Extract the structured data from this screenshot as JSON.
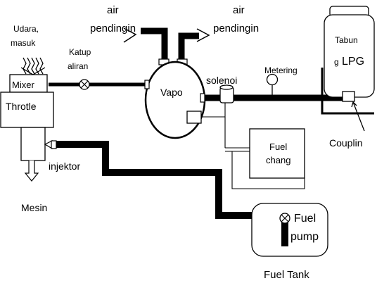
{
  "labels": {
    "air_left_1": "air",
    "air_left_2": "pendingin",
    "air_right_1": "air",
    "air_right_2": "pendingin",
    "udara_1": "Udara,",
    "udara_2": "masuk",
    "katup_1": "Katup",
    "katup_2": "aliran",
    "mixer": "Mixer",
    "throtle": "Throtle",
    "vapo": "Vapo",
    "solenoi": "solenoi",
    "metering": "Metering",
    "tabun_1": "Tabun",
    "tabun_2a": "g",
    "tabun_2b": "LPG",
    "couplin": "Couplin",
    "fuel_chang_1": "Fuel",
    "fuel_chang_2": "chang",
    "injektor": "injektor",
    "mesin": "Mesin",
    "fuel_pump_1": "Fuel",
    "fuel_pump_2": "pump",
    "fuel_tank": "Fuel Tank"
  },
  "colors": {
    "stroke": "#000000",
    "background": "#ffffff"
  },
  "icons": {
    "air_inlet": "zigzag-arrows-icon",
    "valve": "crossed-circle-valve-icon",
    "engine_outlet": "hollow-down-arrow-icon",
    "coolant_flow": "open-arrow-icon"
  }
}
